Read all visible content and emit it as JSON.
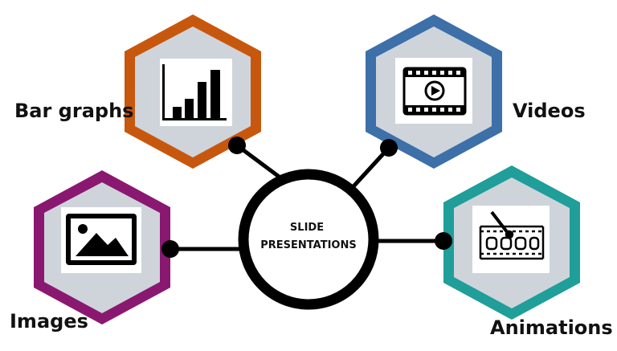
{
  "center": {
    "line1": "SLIDE",
    "line2": "PRESENTATIONS"
  },
  "nodes": [
    {
      "id": "bar-graphs",
      "label": "Bar graphs",
      "color": "#C8570E",
      "icon": "bar-chart-icon"
    },
    {
      "id": "videos",
      "label": "Videos",
      "color": "#3D6FA8",
      "icon": "video-film-icon"
    },
    {
      "id": "images",
      "label": "Images",
      "color": "#8A1871",
      "icon": "image-icon"
    },
    {
      "id": "animations",
      "label": "Animations",
      "color": "#1F9E9A",
      "icon": "animation-film-icon"
    }
  ],
  "colors": {
    "hex_fill": "#CFD4DB",
    "connector": "#000000"
  }
}
